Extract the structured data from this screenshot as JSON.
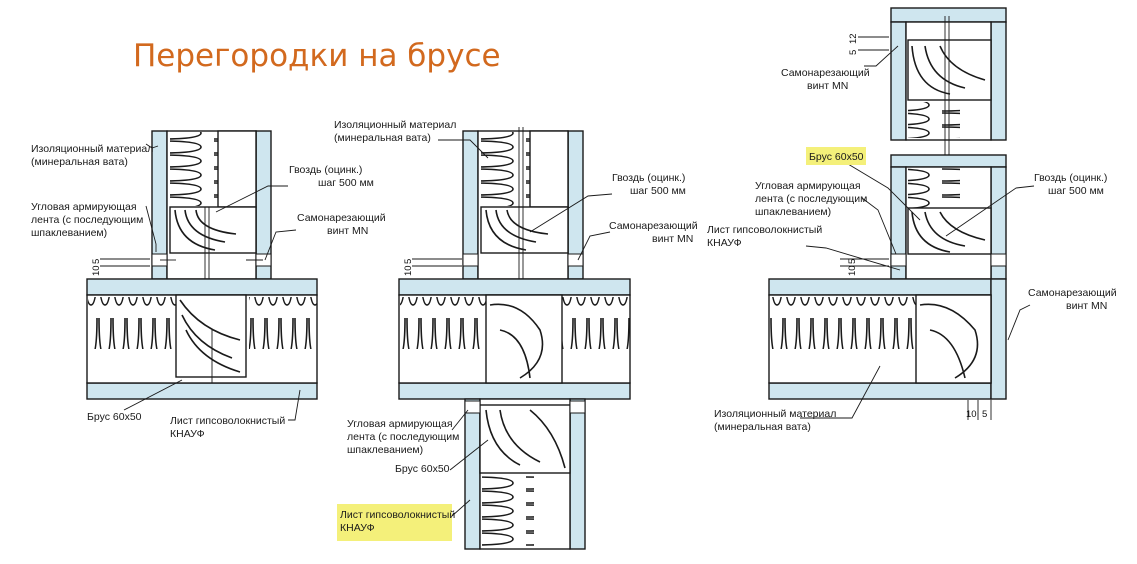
{
  "title": "Перегородки на брусе",
  "colors": {
    "title": "#d2691e",
    "board_fill": "#cfe6ef",
    "highlight": "#f4f07a",
    "line": "#1a1a1a"
  },
  "diagram_left": {
    "insulation_l1": "Изоляционный материал",
    "insulation_l2": "(минеральная вата)",
    "nail_l1": "Гвоздь (оцинк.)",
    "nail_l2": "шаг 500 мм",
    "tape_l1": "Угловая армирующая",
    "tape_l2": "лента (с последующим",
    "tape_l3": "шпаклеванием)",
    "screw_l1": "Самонарезающий",
    "screw_l2": "винт MN",
    "dim_a": "5",
    "dim_b": "10",
    "beam": "Брус 60x50",
    "sheet_l1": "Лист гипсоволокнистый",
    "sheet_l2": "КНАУФ"
  },
  "diagram_mid": {
    "insulation_l1": "Изоляционный материал",
    "insulation_l2": "(минеральная вата)",
    "nail_l1": "Гвоздь (оцинк.)",
    "nail_l2": "шаг 500 мм",
    "screw_l1": "Самонарезающий",
    "screw_l2": "винт MN",
    "dim_a": "5",
    "dim_b": "10",
    "tape_l1": "Угловая армирующая",
    "tape_l2": "лента (с последующим",
    "tape_l3": "шпаклеванием)",
    "beam": "Брус 60x50",
    "sheet_l1": "Лист гипсоволокнистый",
    "sheet_l2": "КНАУФ"
  },
  "diagram_right": {
    "dim_top_a": "12",
    "dim_top_b": "5",
    "screw_top_l1": "Самонарезающий",
    "screw_top_l2": "винт MN",
    "beam": "Брус 60x50",
    "tape_l1": "Угловая армирующая",
    "tape_l2": "лента (с последующим",
    "tape_l3": "шпаклеванием)",
    "nail_l1": "Гвоздь (оцинк.)",
    "nail_l2": "шаг 500 мм",
    "sheet_l1": "Лист гипсоволокнистый",
    "sheet_l2": "КНАУФ",
    "dim_a": "5",
    "dim_b": "10",
    "screw_right_l1": "Самонарезающий",
    "screw_right_l2": "винт MN",
    "insulation_l1": "Изоляционный материал",
    "insulation_l2": "(минеральная вата)",
    "dim_bottom_a": "10",
    "dim_bottom_b": "5"
  }
}
